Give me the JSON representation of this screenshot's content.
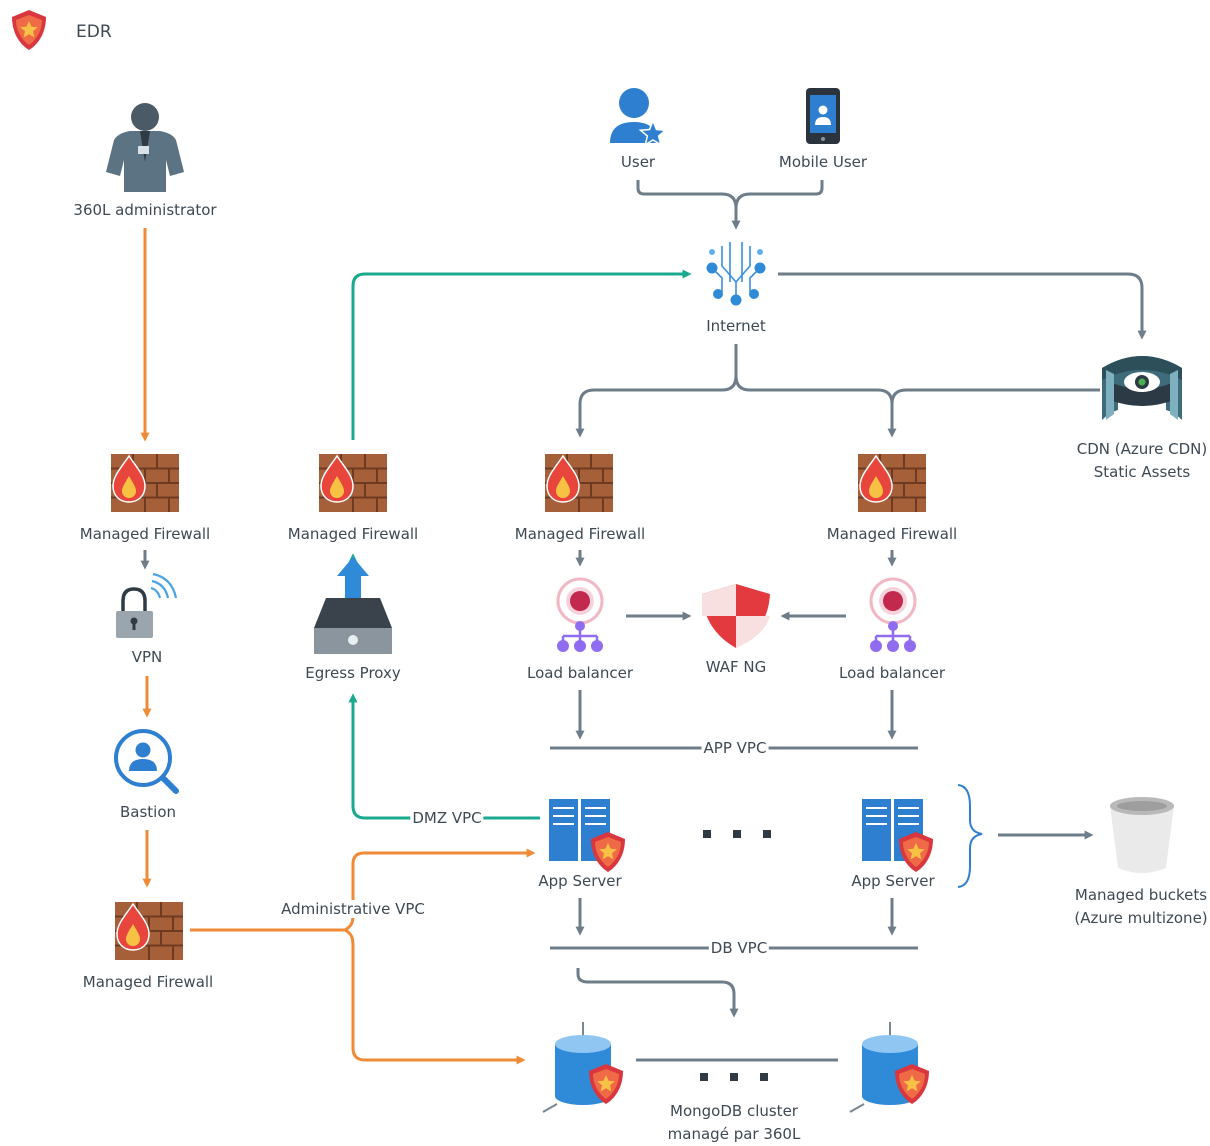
{
  "header": {
    "title": "EDR",
    "logo_icon": "shield-star-icon"
  },
  "colors": {
    "orange": "#ef8a36",
    "teal": "#19a98e",
    "gray": "#6d7d89",
    "blue": "#2f7fd1",
    "firewall_brick": "#a5603a",
    "firewall_flame": "#e8453c",
    "shield_red": "#d9363e",
    "shield_star": "#f6c144",
    "loadbalancer_pink": "#c3284f",
    "loadbalancer_purple": "#8f6cf0"
  },
  "nodes": {
    "admin": {
      "label": "360L administrator",
      "icon": "administrator-icon"
    },
    "user": {
      "label": "User",
      "icon": "user-icon"
    },
    "mobile_user": {
      "label": "Mobile User",
      "icon": "mobile-phone-icon"
    },
    "internet": {
      "label": "Internet",
      "icon": "network-icon"
    },
    "cdn": {
      "label": "CDN (Azure CDN) Static Assets",
      "icon": "cdn-eye-icon"
    },
    "fw_admin": {
      "label": "Managed Firewall",
      "icon": "firewall-icon"
    },
    "fw_egress": {
      "label": "Managed Firewall",
      "icon": "firewall-icon"
    },
    "fw_left": {
      "label": "Managed Firewall",
      "icon": "firewall-icon"
    },
    "fw_right": {
      "label": "Managed Firewall",
      "icon": "firewall-icon"
    },
    "fw_bottom": {
      "label": "Managed Firewall",
      "icon": "firewall-icon"
    },
    "vpn": {
      "label": "VPN",
      "icon": "lock-wifi-icon"
    },
    "bastion": {
      "label": "Bastion",
      "icon": "bastion-search-icon"
    },
    "egress_proxy": {
      "label": "Egress Proxy",
      "icon": "egress-proxy-icon"
    },
    "lb_left": {
      "label": "Load balancer",
      "icon": "load-balancer-icon"
    },
    "lb_right": {
      "label": "Load balancer",
      "icon": "load-balancer-icon"
    },
    "waf": {
      "label": "WAF NG",
      "icon": "waf-shield-icon"
    },
    "app_left": {
      "label": "App Server",
      "icon": "app-server-icon"
    },
    "app_right": {
      "label": "App Server",
      "icon": "app-server-icon"
    },
    "buckets": {
      "label": "Managed buckets (Azure multizone)",
      "icon": "bucket-icon"
    },
    "mongodb": {
      "label": "MongoDB cluster managé par 360L",
      "icon": "database-icon"
    }
  },
  "vpc_labels": {
    "app": "APP VPC",
    "db": "DB VPC",
    "dmz": "DMZ VPC",
    "admin": "Administrative VPC"
  }
}
